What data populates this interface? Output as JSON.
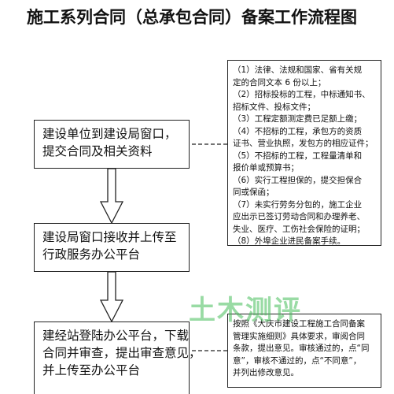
{
  "title": "施工系列合同（总承包合同）备案工作流程图",
  "steps": [
    {
      "lines": [
        "建设单位到建设局窗口，",
        "提交合同及相关资料"
      ]
    },
    {
      "lines": [
        "建设局窗口接收并上传至",
        "行政服务办公平台"
      ]
    },
    {
      "lines": [
        "建经站登陆办公平台，下载",
        "合同并审查，提出审查意见，",
        "并上传至办公平台"
      ]
    }
  ],
  "notes": [
    {
      "lines": [
        "（1）法律、法规和国家、省有关规",
        "定的合同文本 6 份以上；",
        "（2）招标投标的工程，中标通知书、",
        "招标文件、投标文件；",
        "（3）工程定额测定费已足额上缴；",
        "（4）不招标的工程，承包方的资质",
        "证书、营业执照，发包方的相应证件；",
        "（5）不招标的工程，工程量清单和",
        "报价单或预算书；",
        "（6）实行工程担保的，提交担保合",
        "同或保函；",
        "（7）未实行劳务分包的，施工企业",
        "应出示已签订劳动合同和办理养老、",
        "失业、医疗、工伤社会保险的证明；",
        "（8）外埠企业进民备案手续。"
      ]
    },
    {
      "lines": [
        "按照《大庆市建设工程施工合同备案",
        "管理实施细则》具体要求，审阅合同",
        "条款，提出意见。审核通过的，点“同",
        "意”，审核不通过的，点“不同意”，",
        "并列出修改意见。"
      ]
    }
  ],
  "watermark": "土木测评",
  "colors": {
    "line": "#222222",
    "watermark": "#46be5a"
  }
}
